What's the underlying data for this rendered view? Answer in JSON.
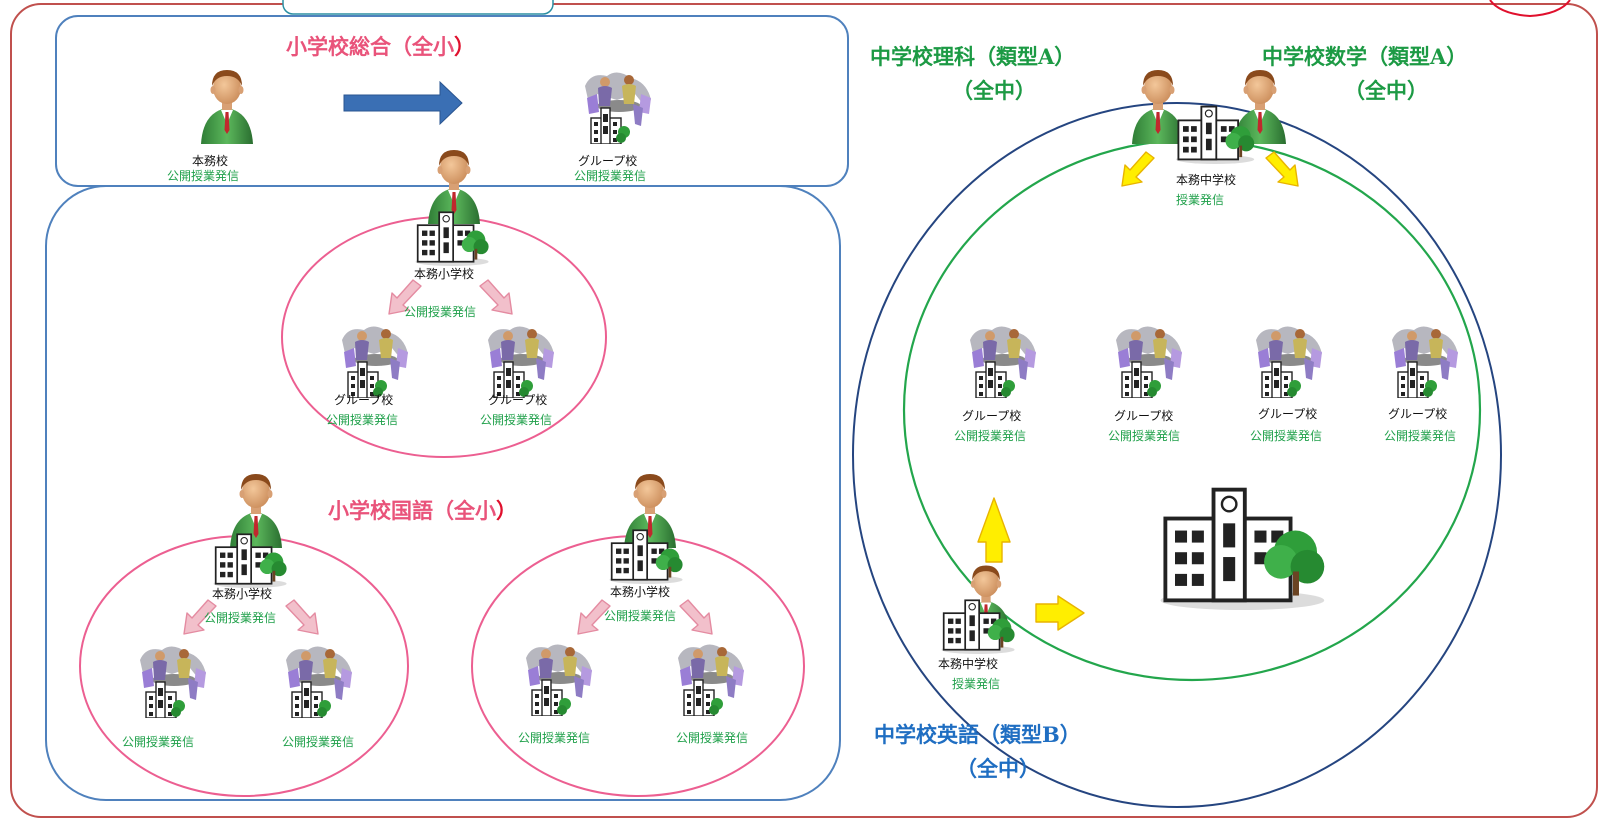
{
  "colors": {
    "frame": "#c0504d",
    "section_blue": "#4f81bd",
    "pink": "#ec5f91",
    "navy": "#254580",
    "green_ring": "#23a64c",
    "green_text": "#1fa04a",
    "title_pink": "#e9537a",
    "title_red": "#e0102d",
    "title_green": "#1c9a44",
    "title_blue": "#1f6ec2",
    "arrow_blue": "#3a6fb4",
    "arrow_pink": "#f2c0cb",
    "arrow_yellow": "#ffee00"
  },
  "titles": {
    "elem_general": {
      "main": "小学校総合（全小",
      "close": "）"
    },
    "elem_japanese": {
      "main": "小学校国語（全小",
      "close": "）"
    },
    "jh_science": {
      "line1": "中学校理科（類型A）",
      "line2": "（全中）"
    },
    "jh_math": {
      "line1": "中学校数学（類型A）",
      "line2": "（全中）"
    },
    "jh_english": {
      "line1": "中学校英語（類型B）",
      "line2": "（全中）"
    }
  },
  "labels": {
    "main_school": "本務校",
    "group_school": "グループ校",
    "open_class": "公開授業発信",
    "main_elem": "本務小学校",
    "main_jh": "本務中学校",
    "class_broadcast": "授業発信"
  },
  "icons": {
    "person": "teacher-person-icon",
    "group": "meeting-group-icon",
    "school": "school-building-icon"
  }
}
